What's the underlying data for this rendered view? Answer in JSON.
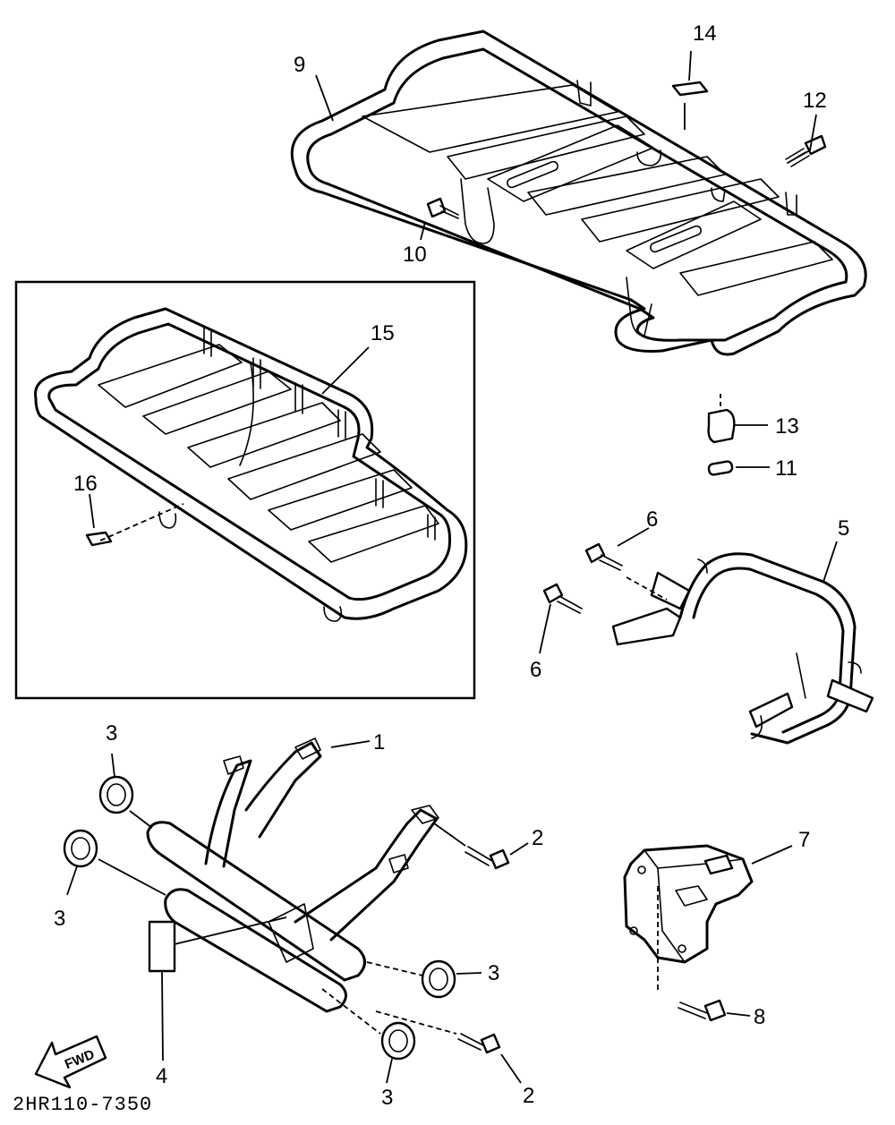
{
  "diagram_code": "2HR110-7350",
  "fwd_label": "FWD",
  "callouts": {
    "p1": "1",
    "p2a": "2",
    "p2b": "2",
    "p3a": "3",
    "p3b": "3",
    "p3c": "3",
    "p3d": "3",
    "p4": "4",
    "p5": "5",
    "p6a": "6",
    "p6b": "6",
    "p7": "7",
    "p8": "8",
    "p9": "9",
    "p10": "10",
    "p11": "11",
    "p12": "12",
    "p13": "13",
    "p14": "14",
    "p15": "15",
    "p16": "16"
  }
}
